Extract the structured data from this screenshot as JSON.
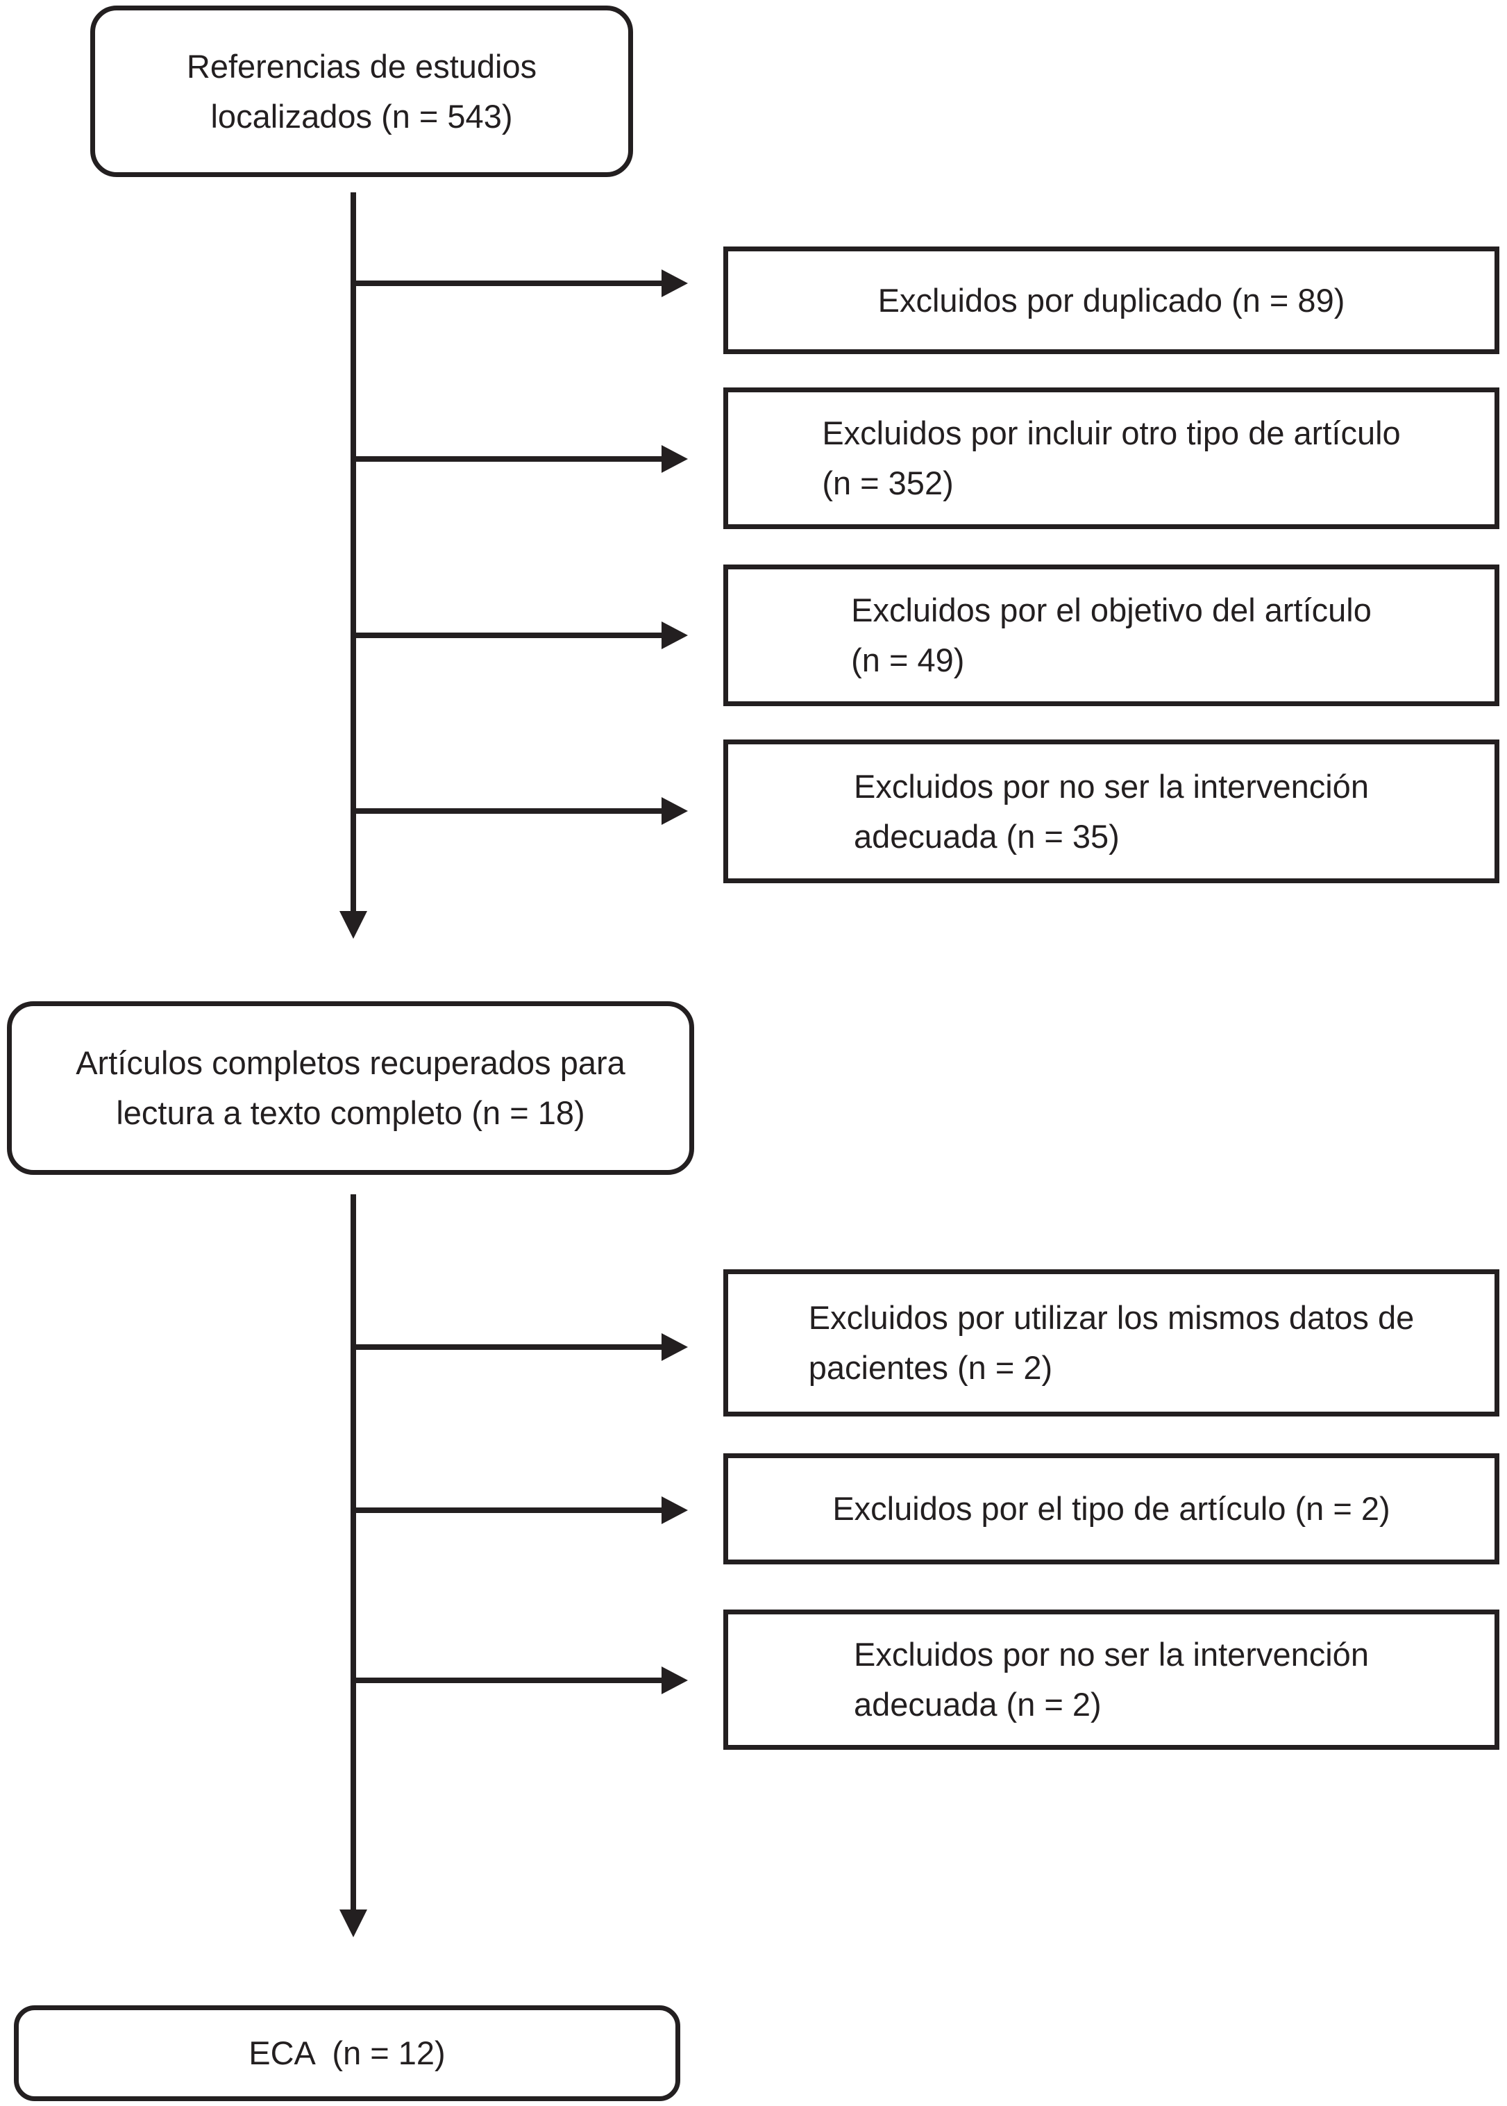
{
  "flowchart": {
    "colors": {
      "ink": "#231f20",
      "background": "#ffffff"
    },
    "start": {
      "lines": [
        "Referencias de estudios",
        "localizados (n = 543)"
      ]
    },
    "exclusions_round1": [
      {
        "lines": [
          "Excluidos por duplicado (n = 89)",
          ""
        ]
      },
      {
        "lines": [
          "Excluidos por incluir otro tipo de artículo",
          "(n = 352)"
        ]
      },
      {
        "lines": [
          "Excluidos por el objetivo del artículo",
          "(n = 49)"
        ]
      },
      {
        "lines": [
          "Excluidos por no ser la intervención",
          "adecuada (n = 35)"
        ]
      }
    ],
    "fulltext": {
      "lines": [
        "Artículos completos recuperados para",
        "lectura a texto completo (n = 18)"
      ]
    },
    "exclusions_round2": [
      {
        "lines": [
          "Excluidos por utilizar los mismos datos de",
          "pacientes (n = 2)"
        ]
      },
      {
        "lines": [
          "Excluidos por el tipo de artículo (n = 2)",
          ""
        ]
      },
      {
        "lines": [
          "Excluidos por no ser la intervención",
          "adecuada (n = 2)"
        ]
      }
    ],
    "final": {
      "lines": [
        "ECA  (n = 12)"
      ]
    }
  }
}
